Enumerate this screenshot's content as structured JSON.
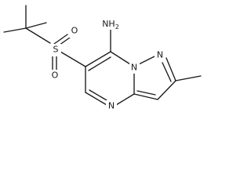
{
  "structure": {
    "atoms": {
      "amine": "NH",
      "amine_sub": "2",
      "sulfur": "S",
      "oxygen_1": "O",
      "oxygen_2": "O",
      "n_bridge": "N",
      "n_pyrazole": "N",
      "n_pyrimidine": "N"
    }
  }
}
